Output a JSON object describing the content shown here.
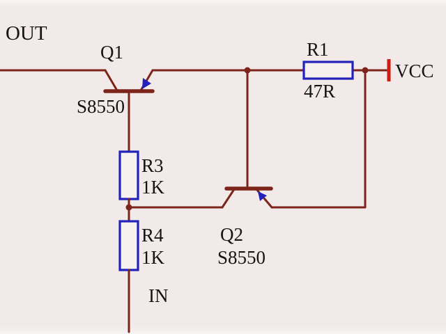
{
  "diagram": {
    "type": "circuit-schematic",
    "ports": {
      "out": "OUT",
      "in": "IN",
      "vcc": "VCC"
    },
    "components": {
      "q1": {
        "designator": "Q1",
        "part": "S8550",
        "type": "pnp-transistor"
      },
      "q2": {
        "designator": "Q2",
        "part": "S8550",
        "type": "pnp-transistor"
      },
      "r1": {
        "designator": "R1",
        "value": "47R",
        "type": "resistor"
      },
      "r3": {
        "designator": "R3",
        "value": "1K",
        "type": "resistor"
      },
      "r4": {
        "designator": "R4",
        "value": "1K",
        "type": "resistor"
      }
    },
    "colors": {
      "background": "#f2eae8",
      "wire": "#7d241a",
      "component": "#2222bb",
      "arrow": "#2222bb",
      "vcc": "#d01c10",
      "text": "#141414"
    }
  }
}
